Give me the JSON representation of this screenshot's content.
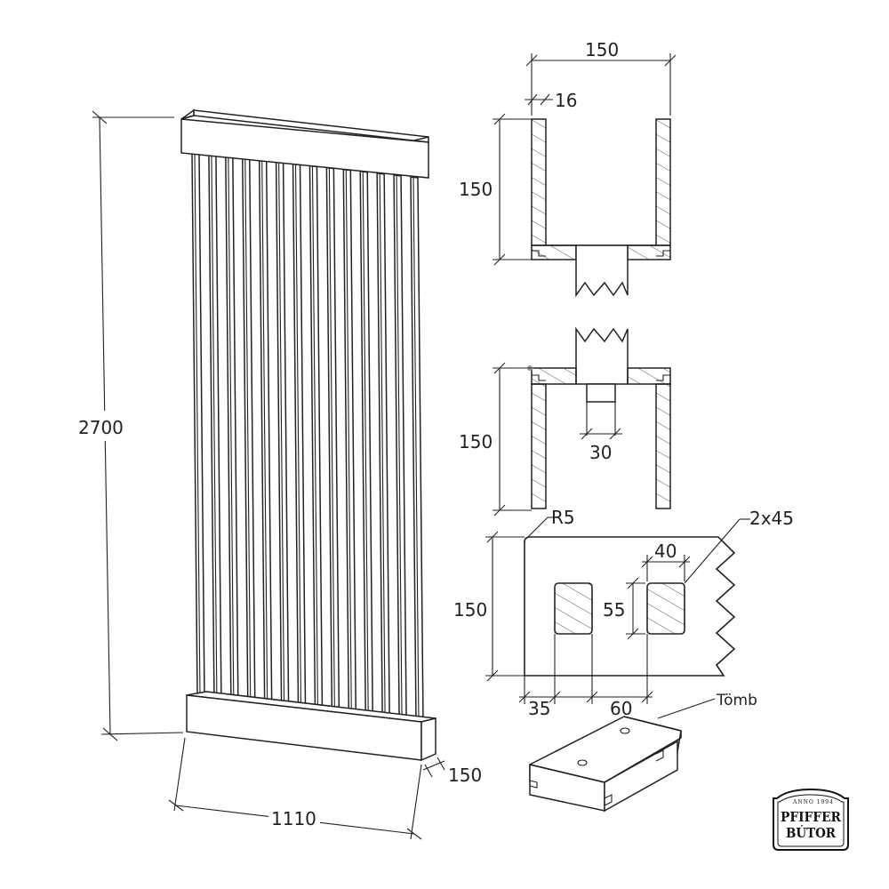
{
  "dimensions": {
    "height_total": "2700",
    "width_total": "1110",
    "depth": "150",
    "top_section_width": "150",
    "top_section_wall": "16",
    "top_section_height": "150",
    "bottom_section_height": "150",
    "slot_width": "30",
    "block_height": "150",
    "hole_width": "40",
    "hole_height": "55",
    "hole_offset": "35",
    "hole_spacing": "60",
    "corner_radius": "R5",
    "chamfer": "2x45"
  },
  "labels": {
    "block": "Tömb"
  },
  "logo": {
    "anno": "ANNO 1994",
    "line1": "PFIFFER",
    "line2": "BÚTOR"
  }
}
